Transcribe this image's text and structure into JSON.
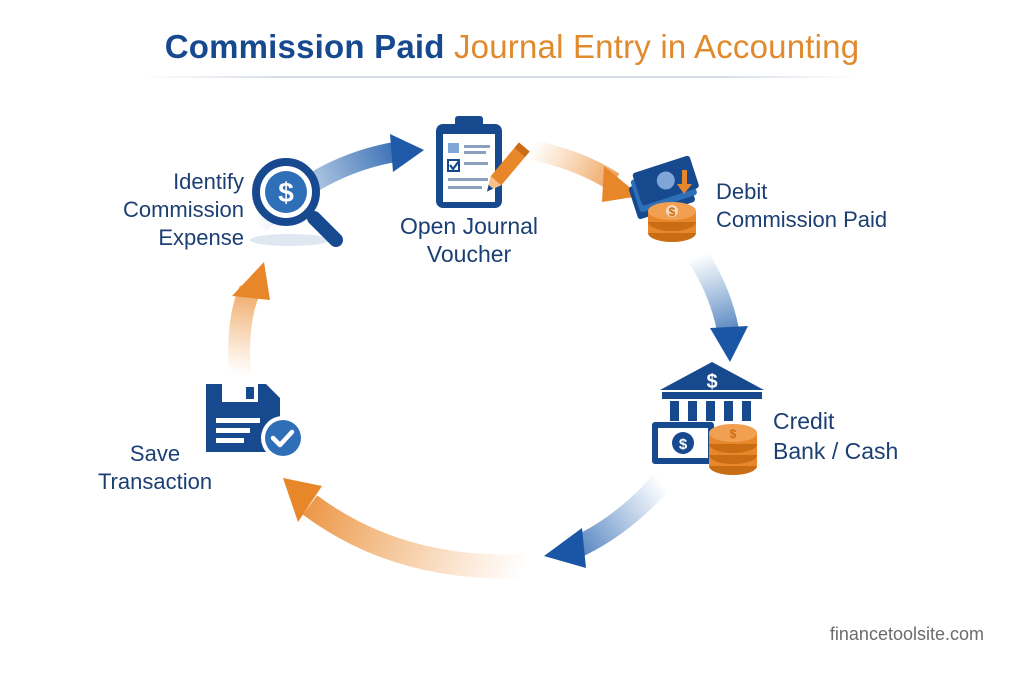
{
  "title": {
    "part1": "Commission Paid",
    "part2": "Journal Entry in Accounting"
  },
  "steps": [
    {
      "label_lines": [
        "Identify",
        "Commission",
        "Expense"
      ],
      "icon": "magnifier-dollar-icon"
    },
    {
      "label_lines": [
        "Open Journal",
        "Voucher"
      ],
      "icon": "clipboard-pencil-icon"
    },
    {
      "label_lines": [
        "Debit",
        "Commission Paid"
      ],
      "icon": "cash-coins-icon"
    },
    {
      "label_lines": [
        "Credit",
        "Bank / Cash"
      ],
      "icon": "bank-coins-icon"
    },
    {
      "label_lines": [
        "Save",
        "Transaction"
      ],
      "icon": "save-check-icon"
    }
  ],
  "colors": {
    "blue": "#17498f",
    "orange": "#e08a2c",
    "text": "#1c3f73"
  },
  "footer": {
    "site": "financetoolsite.com"
  }
}
